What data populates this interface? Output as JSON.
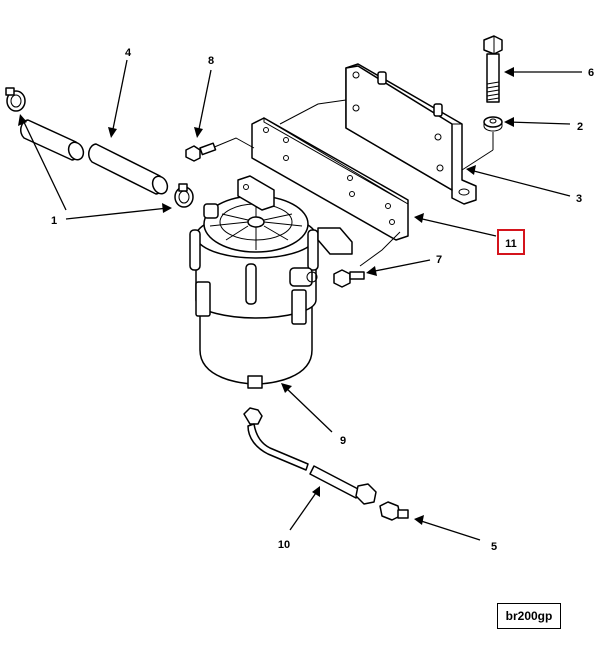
{
  "reference_code": "br200gp",
  "highlight_color": "#d4141c",
  "callouts": [
    {
      "id": "c1",
      "label": "1"
    },
    {
      "id": "c2",
      "label": "2"
    },
    {
      "id": "c3",
      "label": "3"
    },
    {
      "id": "c4",
      "label": "4"
    },
    {
      "id": "c5",
      "label": "5"
    },
    {
      "id": "c6",
      "label": "6"
    },
    {
      "id": "c7",
      "label": "7"
    },
    {
      "id": "c8",
      "label": "8"
    },
    {
      "id": "c9",
      "label": "9"
    },
    {
      "id": "c10",
      "label": "10"
    },
    {
      "id": "c11",
      "label": "11",
      "highlighted": true
    }
  ],
  "parts": [
    "clamp-icon",
    "hose-icon",
    "fuel-filter-icon",
    "mounting-bracket-icon",
    "mounting-plate-icon",
    "bolt-icon",
    "washer-icon",
    "fuel-line-icon",
    "fitting-icon"
  ]
}
